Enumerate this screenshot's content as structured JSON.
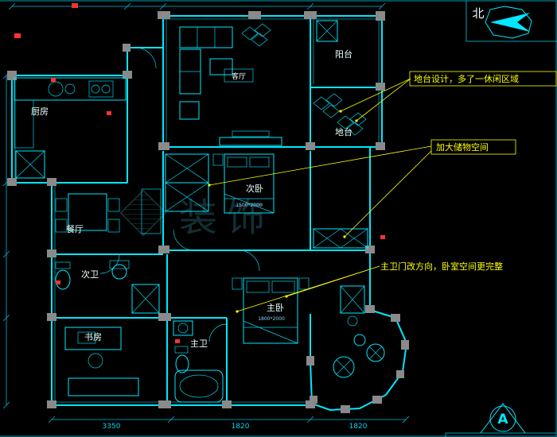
{
  "colors": {
    "background": "#000000",
    "line": "#00e8ff",
    "column": "#8a8a8a",
    "annotation": "#ffff00",
    "label": "#eaffff",
    "accent_red": "#ff3232",
    "watermark": "#1d4b52"
  },
  "compass": {
    "label": "北"
  },
  "section_marker": {
    "label": "A"
  },
  "rooms": {
    "kitchen": "厨房",
    "balcony": "阳台",
    "platform": "地台",
    "living": "客厅",
    "dining": "餐厅",
    "bedroom2": "次卧",
    "bath2": "次卫",
    "study": "书房",
    "master_bedroom": "主卧",
    "master_bath": "主卫"
  },
  "furniture": {
    "bed2_size": "1500*2000",
    "master_bed_size": "1800*2000"
  },
  "annotations": {
    "platform_note": "地台设计，多了一休闲区域",
    "storage_note": "加大储物空间",
    "master_bath_note": "主卫门改方向，卧室空间更完整"
  },
  "dimensions": {
    "bottom": [
      "3350",
      "1820",
      "1820"
    ]
  },
  "watermark": {
    "text": "装饰"
  }
}
